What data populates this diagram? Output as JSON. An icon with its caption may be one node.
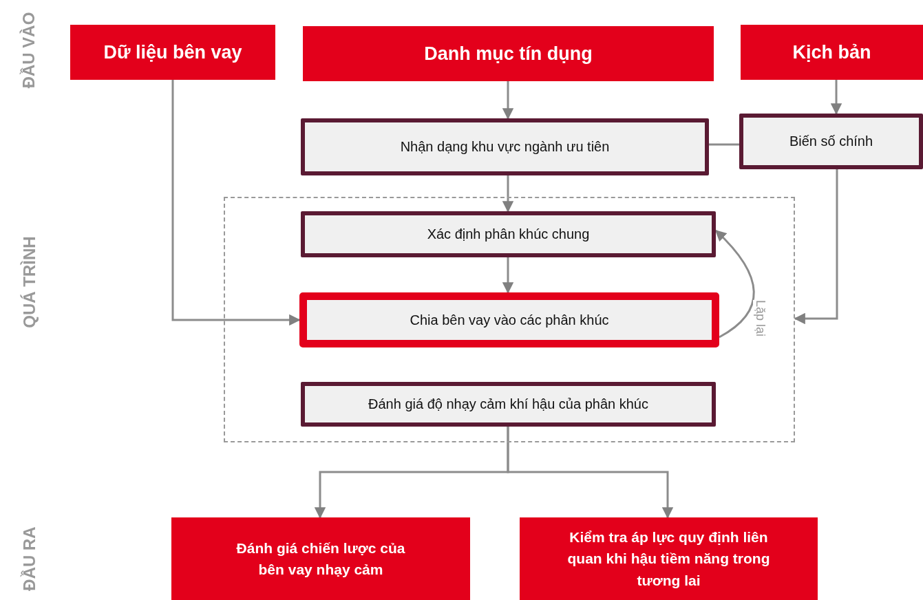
{
  "diagram": {
    "nodes": [
      {
        "text": [
          "Dữ liệu bên vay"
        ]
      },
      {
        "text": [
          "Danh mục tín dụng"
        ]
      },
      {
        "text": [
          "Kịch bản"
        ]
      },
      {
        "text": [
          "Nhận dạng khu vực ngành ưu tiên"
        ]
      },
      {
        "text": [
          "Biến số chính"
        ]
      },
      {
        "text": [],
        "shape": "box"
      },
      {
        "text": [
          "Xác định phân khúc chung"
        ],
        "in": 5
      },
      {
        "text": [
          "Chia bên vay vào các phân khúc"
        ],
        "in": 5
      },
      {
        "text": [
          "Đánh giá độ nhạy cảm khí hậu của phân khúc"
        ],
        "in": 5
      },
      {
        "text": [
          "Đánh giá chiến lược của bên vay nhạy cảm"
        ]
      },
      {
        "text": [
          "Kiểm tra áp lực quy định liên quan khi hậu tiềm năng trong tương lai"
        ]
      }
    ],
    "edges": [
      {
        "from": 0,
        "to": 7,
        "arrow": "to"
      },
      {
        "from": 1,
        "to": 3,
        "arrow": "to"
      },
      {
        "from": 2,
        "to": 4,
        "arrow": "to"
      },
      {
        "from": 3,
        "to": 4,
        "arrow": "none"
      },
      {
        "from": 3,
        "to": 6,
        "arrow": "to"
      },
      {
        "from": 6,
        "to": 7,
        "arrow": "to"
      },
      {
        "from": 7,
        "to": 6,
        "arrow": "to",
        "label": "Lặp lại"
      },
      {
        "from": 4,
        "to": 5,
        "arrow": "to"
      },
      {
        "from": 8,
        "to": 9,
        "arrow": "to"
      },
      {
        "from": 8,
        "to": 10,
        "arrow": "to"
      }
    ],
    "labels": [
      "ĐẦU VÀO",
      "QUÁ TRÌNH",
      "ĐẦU RA"
    ]
  }
}
